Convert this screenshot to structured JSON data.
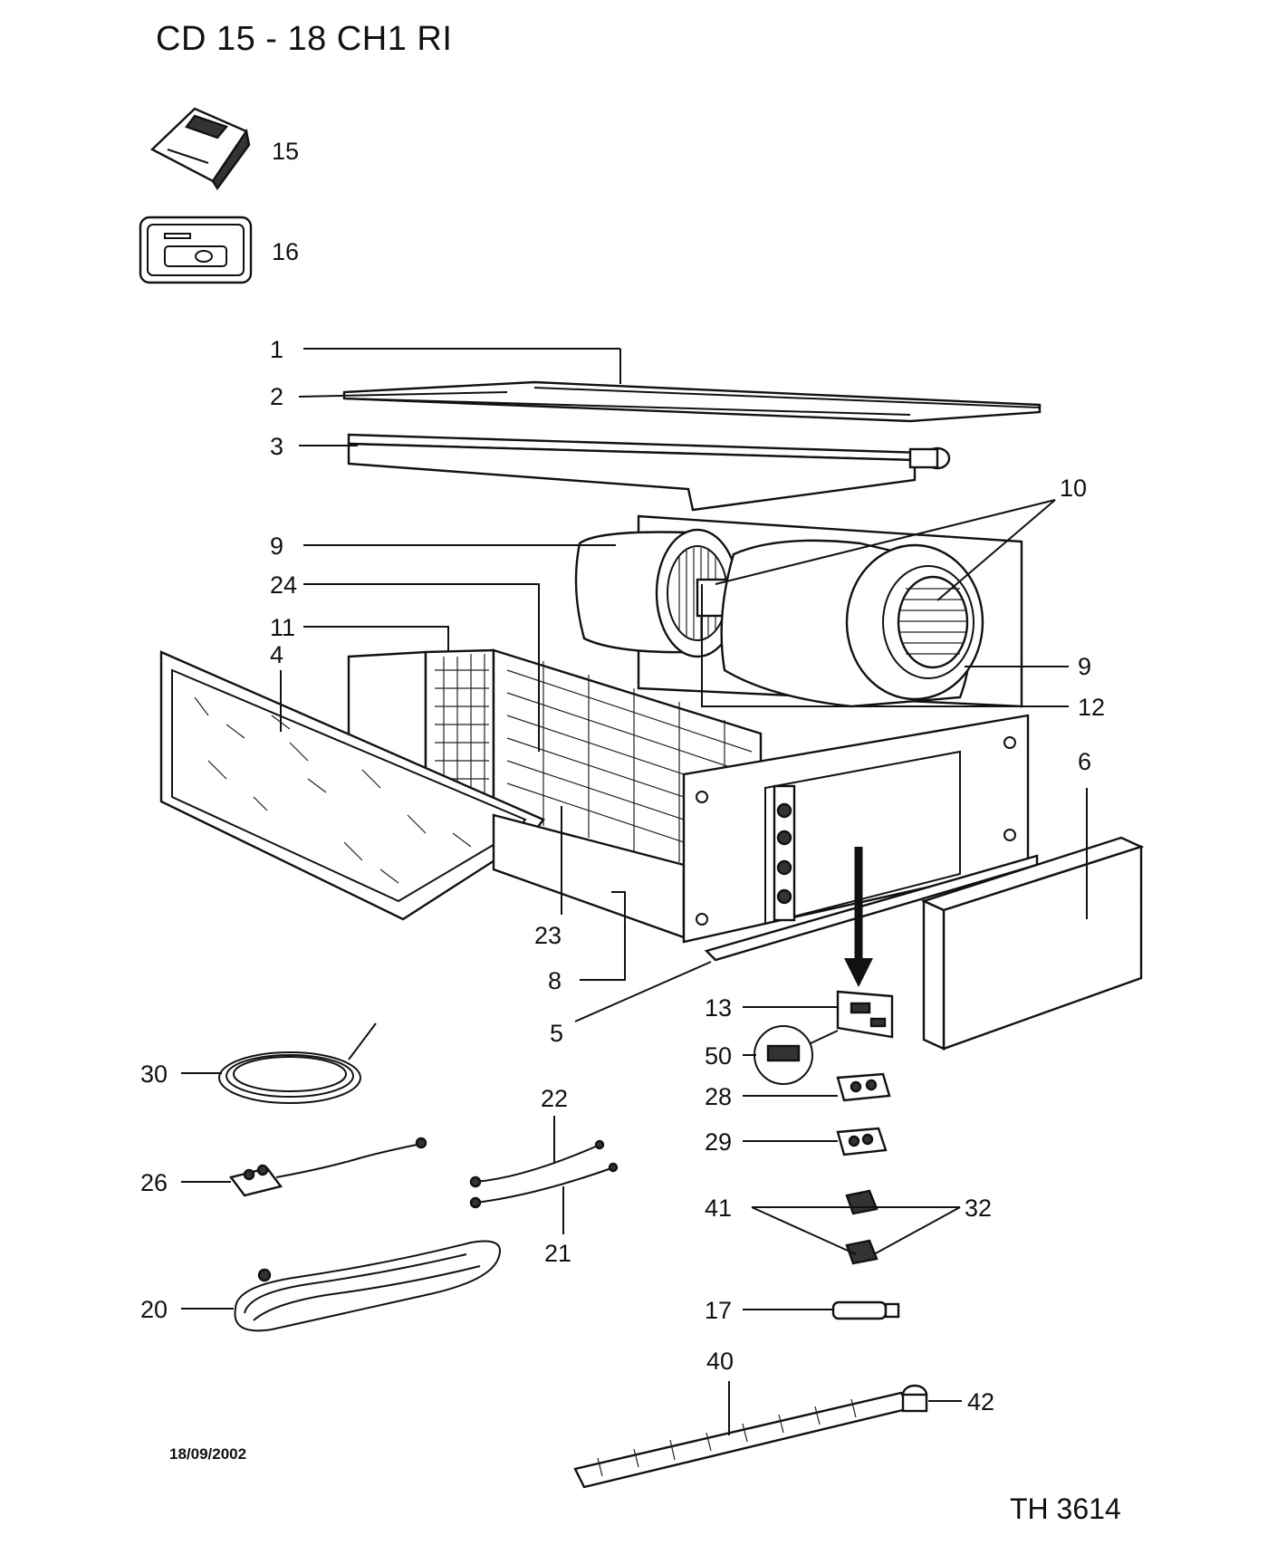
{
  "title": "CD 15 - 18  CH1 RI",
  "date": "18/09/2002",
  "reference": "TH 3614",
  "callouts": {
    "c1": "1",
    "c2": "2",
    "c3": "3",
    "c4": "4",
    "c5": "5",
    "c6": "6",
    "c8": "8",
    "c9a": "9",
    "c9b": "9",
    "c10": "10",
    "c11": "11",
    "c12": "12",
    "c13": "13",
    "c15": "15",
    "c16": "16",
    "c17": "17",
    "c20": "20",
    "c21": "21",
    "c22": "22",
    "c23": "23",
    "c24": "24",
    "c26": "26",
    "c28": "28",
    "c29": "29",
    "c30": "30",
    "c32": "32",
    "c40": "40",
    "c41": "41",
    "c42": "42",
    "c50": "50"
  }
}
